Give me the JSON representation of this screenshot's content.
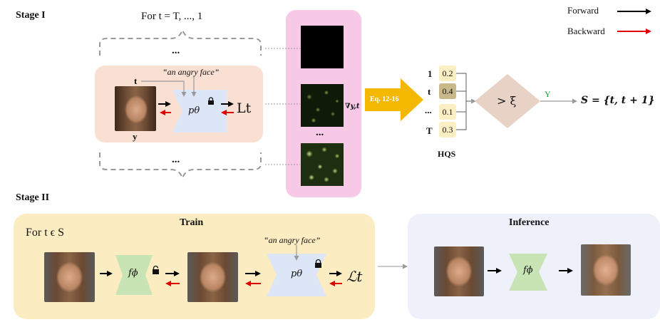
{
  "stage1": {
    "label": "Stage I",
    "loop_text": "For t = T, ..., 1",
    "ellipsis_top": "...",
    "ellipsis_bottom": "...",
    "prompt": "“an angry face”",
    "t_label": "t",
    "y_label": "y",
    "p_label": "pθ",
    "loss_label": "Lt",
    "grad_label": "∇y,t",
    "grad_ellipsis": "...",
    "eq_label": "Eq. 12-16"
  },
  "hqs": {
    "label": "HQS",
    "rows": [
      {
        "name": "1",
        "value": "0.2"
      },
      {
        "name": "t",
        "value": "0.4"
      },
      {
        "name": "...",
        "value": "0.1"
      },
      {
        "name": "T",
        "value": "0.3"
      }
    ],
    "threshold": "> ξ",
    "yes_label": "Y",
    "result": "S = {t, t + 1}"
  },
  "legend": {
    "forward": "Forward",
    "backward": "Backward"
  },
  "stage2": {
    "label": "Stage II",
    "train_title": "Train",
    "loop_text": "For t ϵ S",
    "f_label": "fϕ",
    "prompt": "“an angry face”",
    "p_label": "pθ",
    "loss_label": "ℒt",
    "inference_title": "Inference",
    "inf_f_label": "fϕ"
  },
  "colors": {
    "stage1_box": "#f9e0d3",
    "heatmap_panel": "#f7c9e6",
    "train_box": "#fbedc1",
    "inference_box": "#eef1fa",
    "network_blue": "#dde6f6",
    "network_green": "#c8e4b4",
    "eq_arrow": "#f5b800",
    "diamond": "#e8d2c6",
    "hqs_cell": "#fbefc3",
    "hqs_cell_selected": "#c9b98a",
    "forward_arrow": "#000000",
    "backward_arrow": "#e00000",
    "yes_color": "#1a9a3a"
  }
}
